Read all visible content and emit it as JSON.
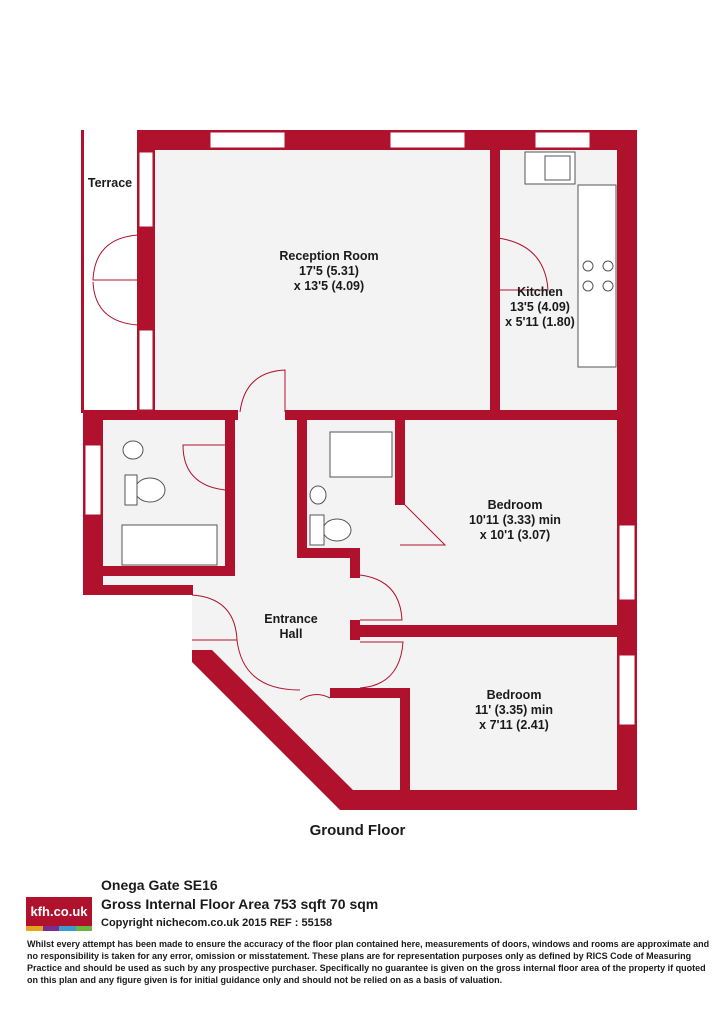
{
  "rooms": {
    "terrace": "Terrace",
    "reception": {
      "name": "Reception Room",
      "dim1": "17'5 (5.31)",
      "dim2": "x 13'5 (4.09)"
    },
    "kitchen": {
      "name": "Kitchen",
      "dim1": "13'5 (4.09)",
      "dim2": "x 5'11 (1.80)"
    },
    "bedroom1": {
      "name": "Bedroom",
      "dim1": "10'11 (3.33) min",
      "dim2": "x 10'1 (3.07)"
    },
    "entrance": {
      "name1": "Entrance",
      "name2": "Hall"
    },
    "bedroom2": {
      "name": "Bedroom",
      "dim1": "11' (3.35) min",
      "dim2": "x 7'11 (2.41)"
    }
  },
  "floor_title": "Ground Floor",
  "logo": {
    "text": "kfh.co.uk",
    "stripe_colors": [
      "#e8a31c",
      "#7a2d8c",
      "#3b9bd1",
      "#6db33f"
    ]
  },
  "property": {
    "name": "Onega Gate SE16",
    "area": "Gross Internal Floor Area 753 sqft 70 sqm",
    "copyright": "Copyright nichecom.co.uk 2015 REF : 55158"
  },
  "disclaimer": "Whilst every attempt has been made to ensure the accuracy of the floor plan contained here, measurements of doors, windows and rooms are approximate and no responsibility is taken for any error, omission or misstatement. These plans are for representation purposes only as defined by RICS Code of Measuring Practice and should be used as such by any prospective purchaser. Specifically no guarantee is given on the gross internal floor area of the property if quoted on this plan and any figure given is for initial guidance only and should not be relied on as a basis of valuation.",
  "colors": {
    "wall": "#b0122d",
    "floor": "#f4f3f3"
  }
}
